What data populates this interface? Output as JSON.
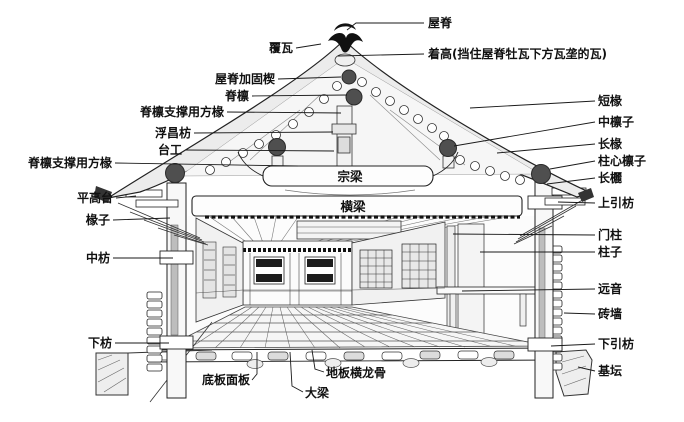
{
  "diagram": {
    "type": "architectural-cross-section",
    "subject": "traditional timber-frame building structure with part annotations",
    "colors": {
      "background": "#ffffff",
      "line": "#1a1a1a",
      "roof_fill": "#ececec",
      "purlin_fill": "#4f4f4f",
      "light_fill": "#f6f6f6"
    }
  },
  "labels": {
    "roof_ridge": "屋脊",
    "cover_tile": "覆瓦",
    "ridge_filler_tile": "着高(挡住屋脊牡瓦下方瓦垄的瓦)",
    "ridge_reinforcing_wedge": "屋脊加固楔",
    "ridge_purlin": "脊檩",
    "ridge_purlin_support_rafter_upper": "脊檩支撑用方椽",
    "fuchang_tie": "浮昌枋",
    "taigong": "台工",
    "ridge_purlin_support_rafter_lower": "脊檩支撑用方椽",
    "eave_edge_board": "平高台",
    "rafter": "椽子",
    "middle_tie": "中枋",
    "lower_tie": "下枋",
    "floor_panel": "底板面板",
    "main_beam": "大梁",
    "floor_joist": "地板横龙骨",
    "short_rafter": "短椽",
    "middle_purlin": "中檩子",
    "long_rafter": "长椽",
    "column_center_purlin": "柱心檩子",
    "long_li_beam": "长欐",
    "upper_tie": "上引枋",
    "door_post": "门柱",
    "column": "柱子",
    "toenmaru": "远音",
    "brick_wall": "砖墙",
    "lower_tie_beam": "下引枋",
    "foundation_platform": "基坛",
    "ridge_beam": "宗梁",
    "cross_beam": "横梁"
  }
}
